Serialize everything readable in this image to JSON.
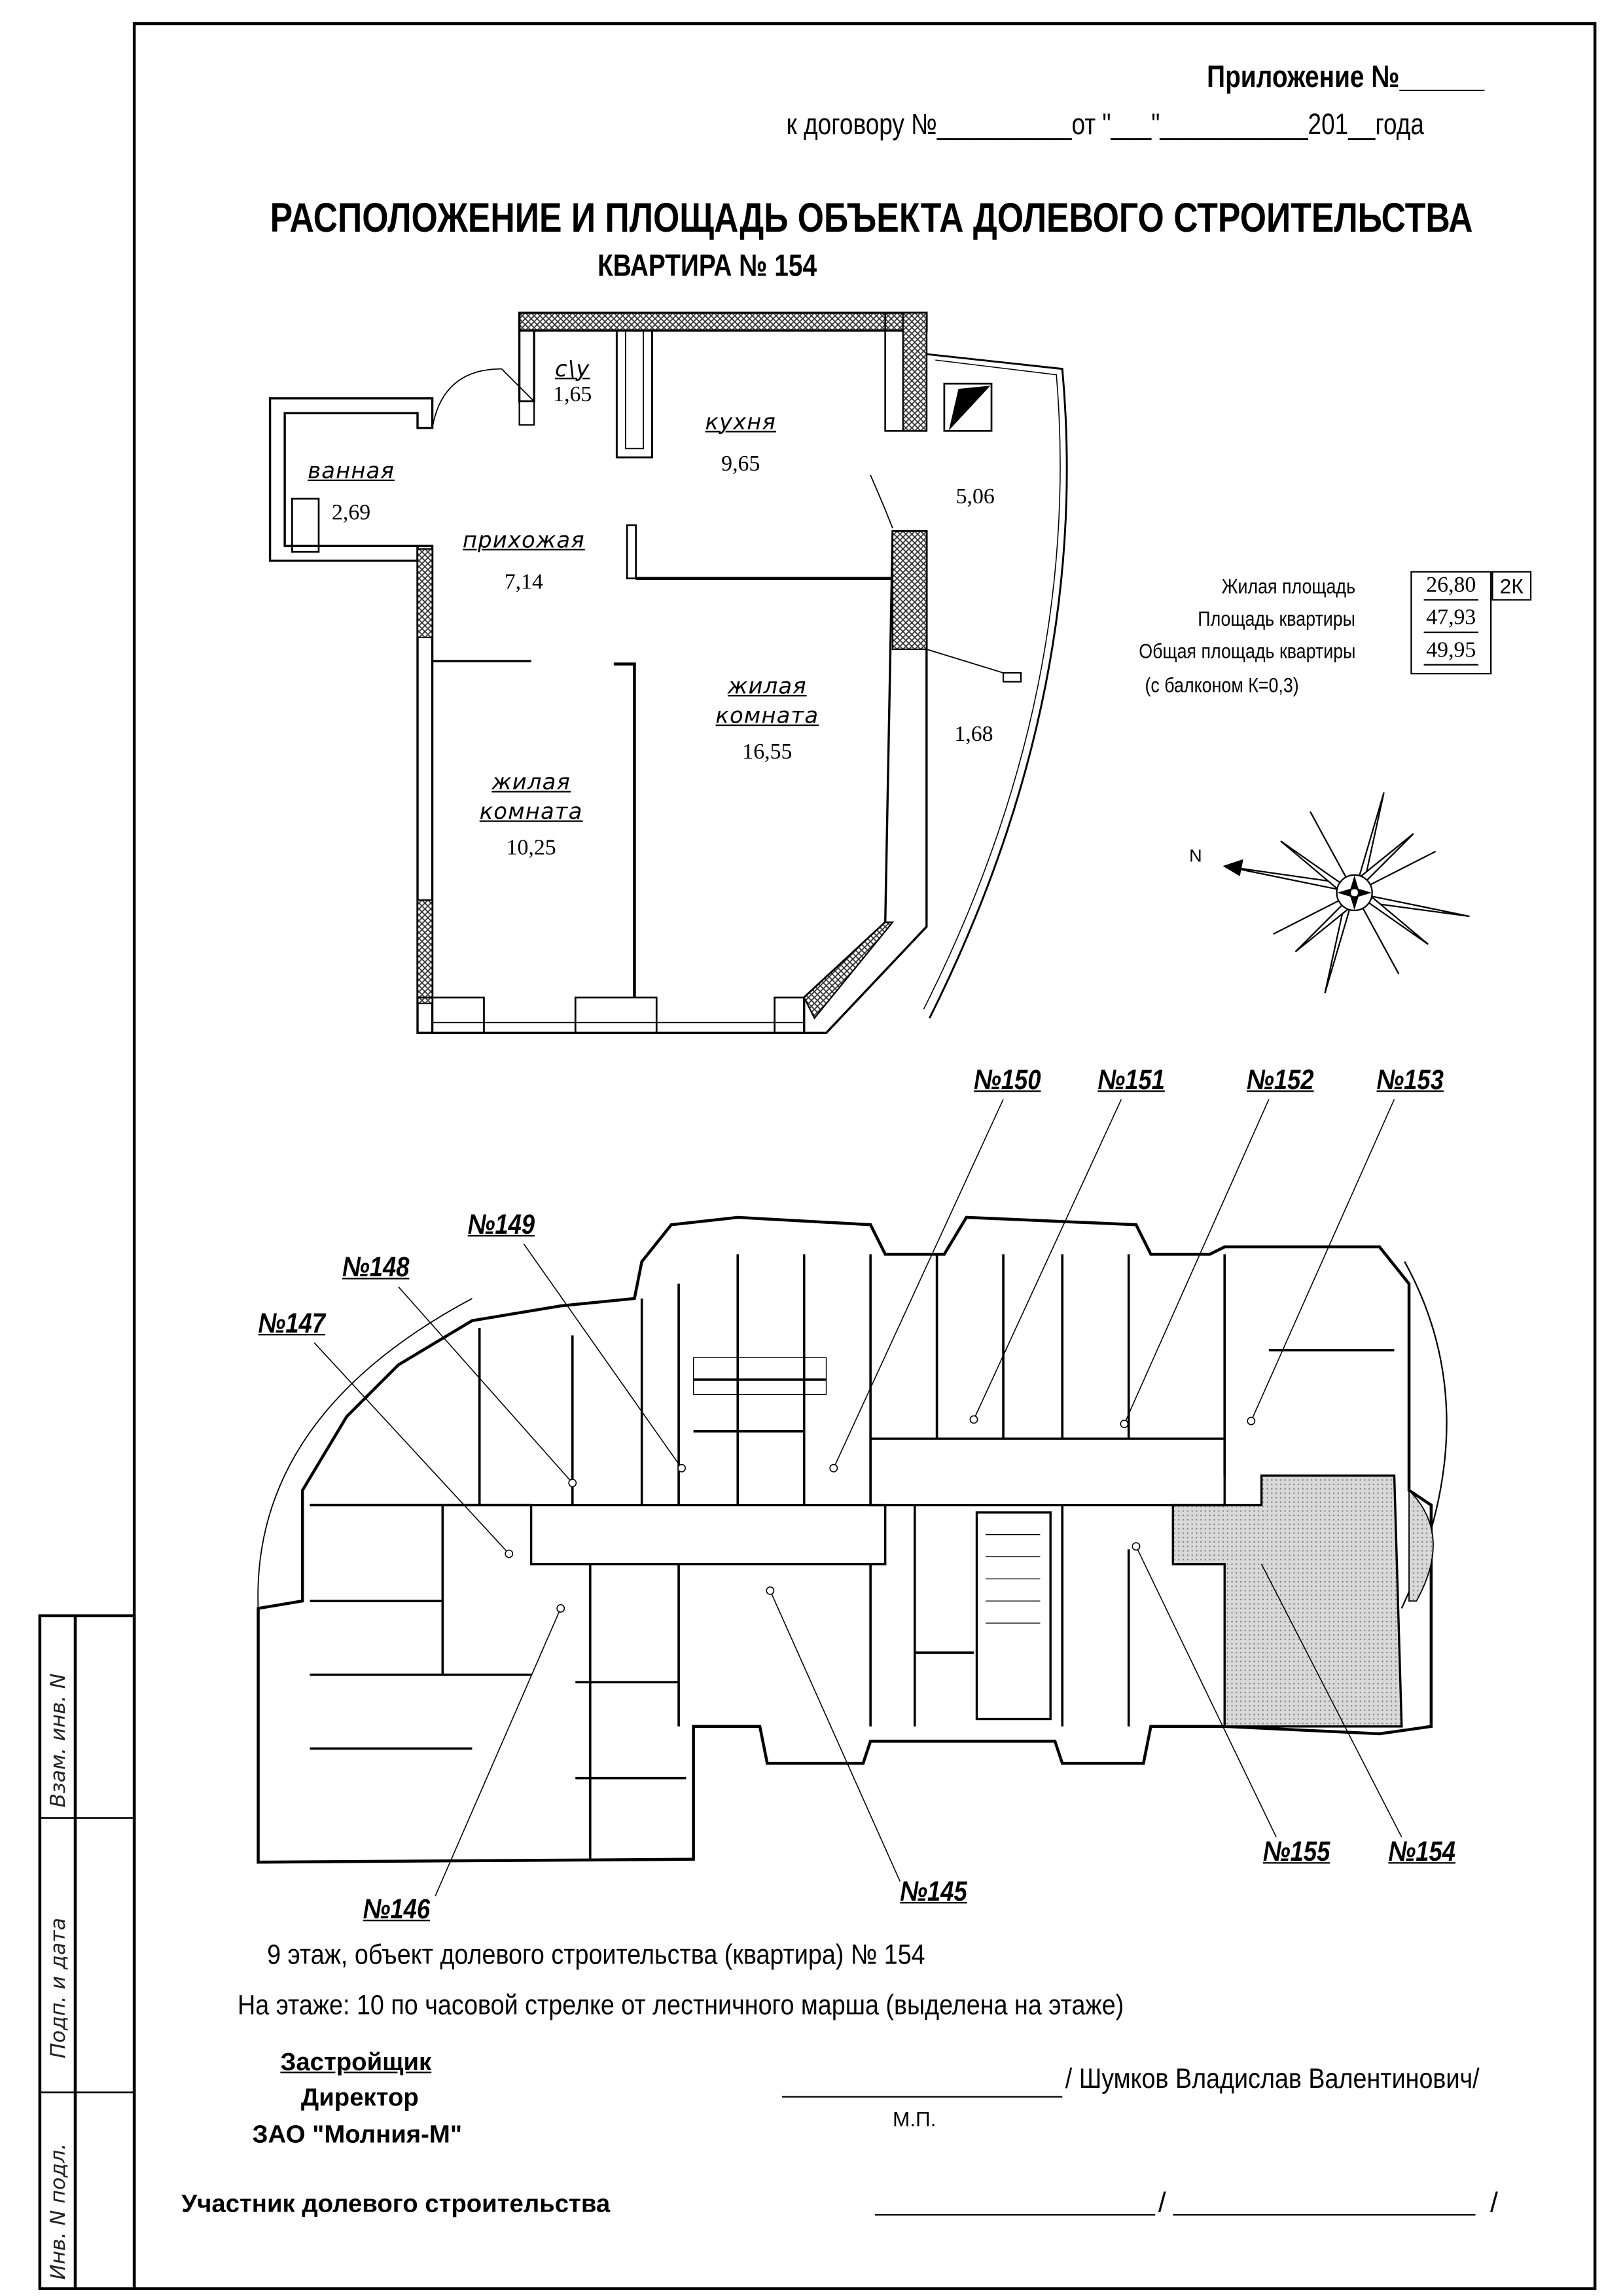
{
  "header": {
    "appendix": "Приложение №______",
    "contract": "к договору №__________от \"___\"___________201__года",
    "title": "РАСПОЛОЖЕНИЕ И ПЛОЩАДЬ ОБЪЕКТА ДОЛЕВОГО СТРОИТЕЛЬСТВА",
    "apartment": "КВАРТИРА № 154"
  },
  "rooms": [
    {
      "name": "с\\у",
      "area": "1,65"
    },
    {
      "name": "кухня",
      "area": "9,65"
    },
    {
      "name": "ванная",
      "area": "2,69"
    },
    {
      "name": "прихожая",
      "area": "7,14"
    },
    {
      "name": "",
      "area": "5,06"
    },
    {
      "name": "жилая комната",
      "area": "16,55"
    },
    {
      "name": "",
      "area": "1,68"
    },
    {
      "name": "жилая комната",
      "area": "10,25"
    }
  ],
  "areas": {
    "living_label": "Жилая площадь",
    "living_value": "26,80",
    "apartment_label": "Площадь квартиры",
    "apartment_value": "47,93",
    "total_label": "Общая площадь квартиры",
    "total_value": "49,95",
    "balcony_note": "(с балконом К=0,3)",
    "type": "2К"
  },
  "compass": {
    "north": "N"
  },
  "floor_plan": {
    "apartments": [
      "№150",
      "№151",
      "№152",
      "№153",
      "№149",
      "№148",
      "№147",
      "№146",
      "№145",
      "№155",
      "№154"
    ],
    "highlight_color": "#d9d9d9"
  },
  "description": {
    "line1": "9 этаж, объект долевого строительства (квартира) № 154",
    "line2": "На этаже:  10 по часовой стрелке от лестничного марша (выделена на этаже)"
  },
  "developer": {
    "heading": "Застройщик",
    "position": "Директор",
    "company": "ЗАО \"Молния-М\"",
    "signer": "/ Шумков Владислав Валентинович/",
    "stamp": "М.П."
  },
  "participant": {
    "label": "Участник долевого строительства",
    "sep1": "/",
    "sep2": "/"
  },
  "stamp_strip": {
    "row1": "Взам. инв. N",
    "row2": "Подп. и дата",
    "row3": "Инв. N подл."
  }
}
